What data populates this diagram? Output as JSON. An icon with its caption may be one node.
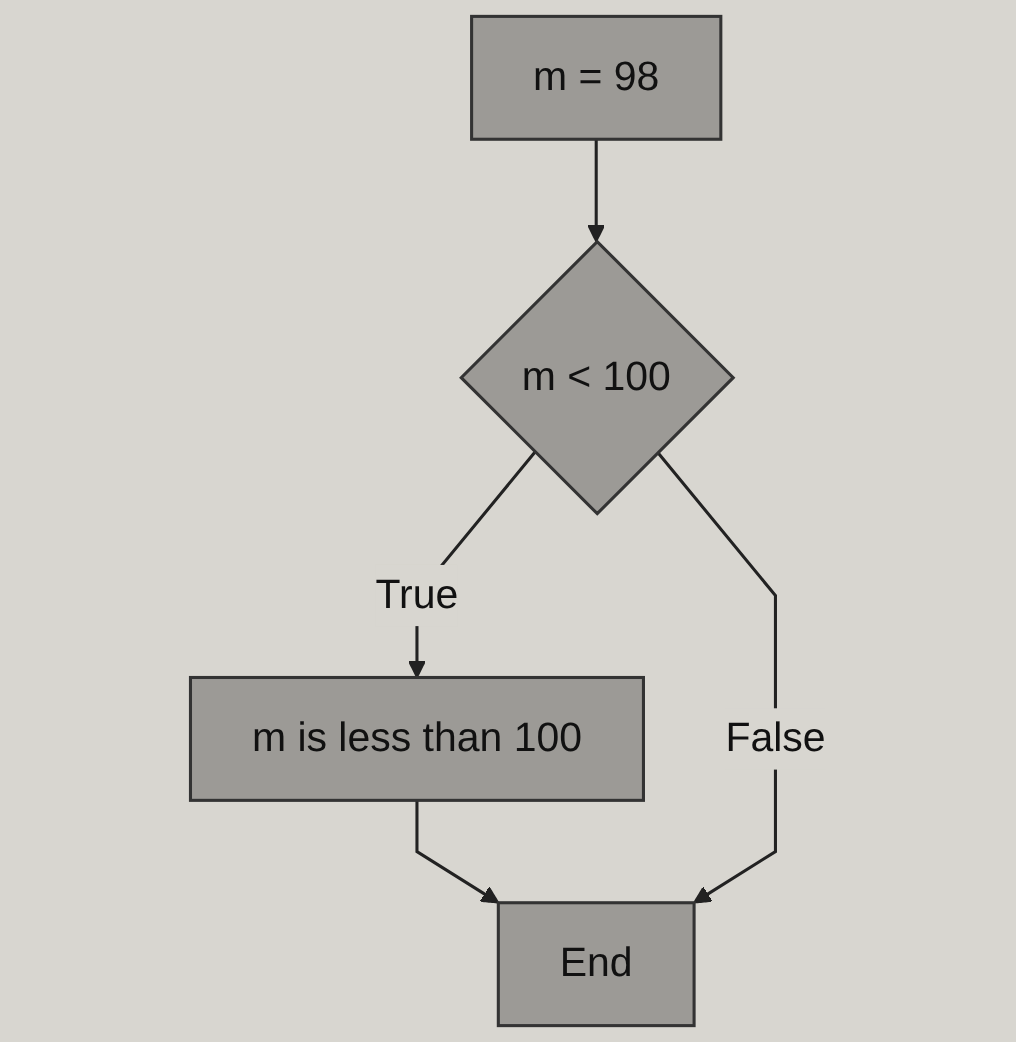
{
  "diagram": {
    "nodes": [
      {
        "text": [
          "m = 98"
        ]
      },
      {
        "text": [
          "m < 100"
        ]
      },
      {
        "text": [
          "m is less than 100"
        ]
      },
      {
        "text": [
          "End"
        ]
      }
    ],
    "edges": [
      {
        "from": 0,
        "to": 1,
        "arrow": "to"
      },
      {
        "from": 1,
        "to": 2,
        "arrow": "to",
        "label": "True"
      },
      {
        "from": 2,
        "to": 3,
        "arrow": "to"
      },
      {
        "from": 1,
        "to": 3,
        "arrow": "to",
        "label": "False"
      }
    ]
  }
}
